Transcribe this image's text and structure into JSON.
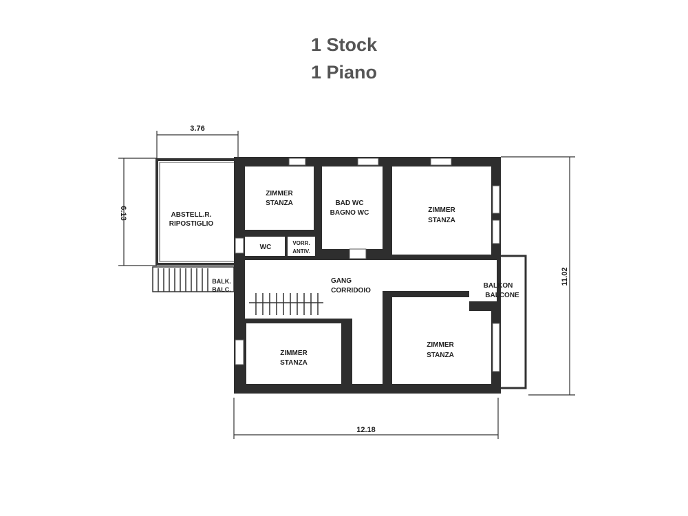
{
  "title": {
    "line1": "1 Stock",
    "line2": "1 Piano"
  },
  "dimensions": {
    "annex_width": "3.76",
    "annex_depth": "6.13",
    "total_depth": "11.02",
    "total_width": "12.18"
  },
  "rooms": {
    "storage": [
      "ABSTELL.R.",
      "RIPOSTIGLIO"
    ],
    "room_top_left": [
      "ZIMMER",
      "STANZA"
    ],
    "bath": [
      "BAD WC",
      "BAGNO WC"
    ],
    "room_top_right": [
      "ZIMMER",
      "STANZA"
    ],
    "wc": "WC",
    "vestibule": [
      "VORR.",
      "ANTIV."
    ],
    "balcony_left": [
      "BALK.",
      "BALC."
    ],
    "corridor": [
      "GANG",
      "CORRIDOIO"
    ],
    "balcony_right": [
      "BALKON",
      "BALCONE"
    ],
    "room_bottom_left": [
      "ZIMMER",
      "STANZA"
    ],
    "room_bottom_right": [
      "ZIMMER",
      "STANZA"
    ]
  }
}
